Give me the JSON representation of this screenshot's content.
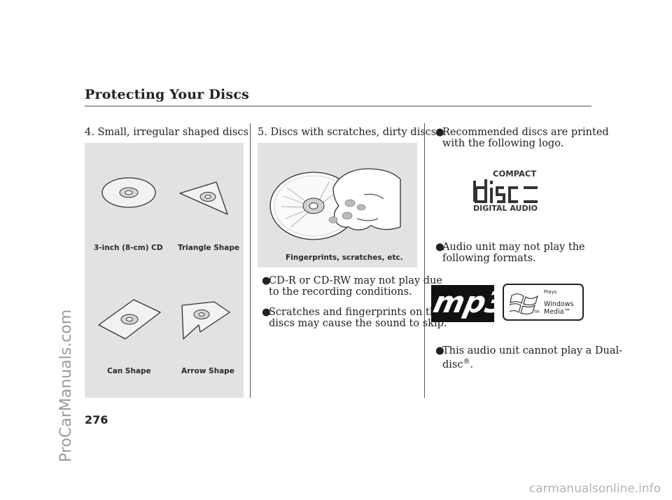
{
  "header": {
    "title": "Protecting Your Discs"
  },
  "col1": {
    "heading": "4. Small, irregular shaped discs",
    "captions": {
      "cd3": "3-inch (8-cm) CD",
      "triangle": "Triangle Shape",
      "can": "Can Shape",
      "arrow": "Arrow Shape"
    }
  },
  "col2": {
    "heading": "5. Discs with scratches, dirty discs",
    "caption": "Fingerprints, scratches, etc.",
    "bullets": [
      {
        "line1": "CD-R or CD-RW may not play due",
        "line2": "to the recording conditions."
      },
      {
        "line1": "Scratches and fingerprints on the",
        "line2": "discs may cause the sound to skip."
      }
    ]
  },
  "col3": {
    "bullet1": {
      "line1": "Recommended discs are printed",
      "line2": "with the following logo."
    },
    "cd_logo": {
      "top": "COMPACT",
      "bottom": "DIGITAL AUDIO"
    },
    "bullet2": {
      "line1": "Audio unit may not play the",
      "line2": "following formats."
    },
    "mp3_label": "mp3",
    "wm_logo": {
      "plays": "Plays",
      "windows": "Windows",
      "media": "Media™",
      "tm": "TM"
    },
    "bullet3": {
      "line1": "This audio unit cannot play a Dual-",
      "line2": "disc",
      "reg": "®",
      "end": "."
    }
  },
  "bullet_char": "●",
  "page_number": "276",
  "watermarks": {
    "side": "ProCarManuals.com",
    "footer": "carmanualsonline.info"
  }
}
